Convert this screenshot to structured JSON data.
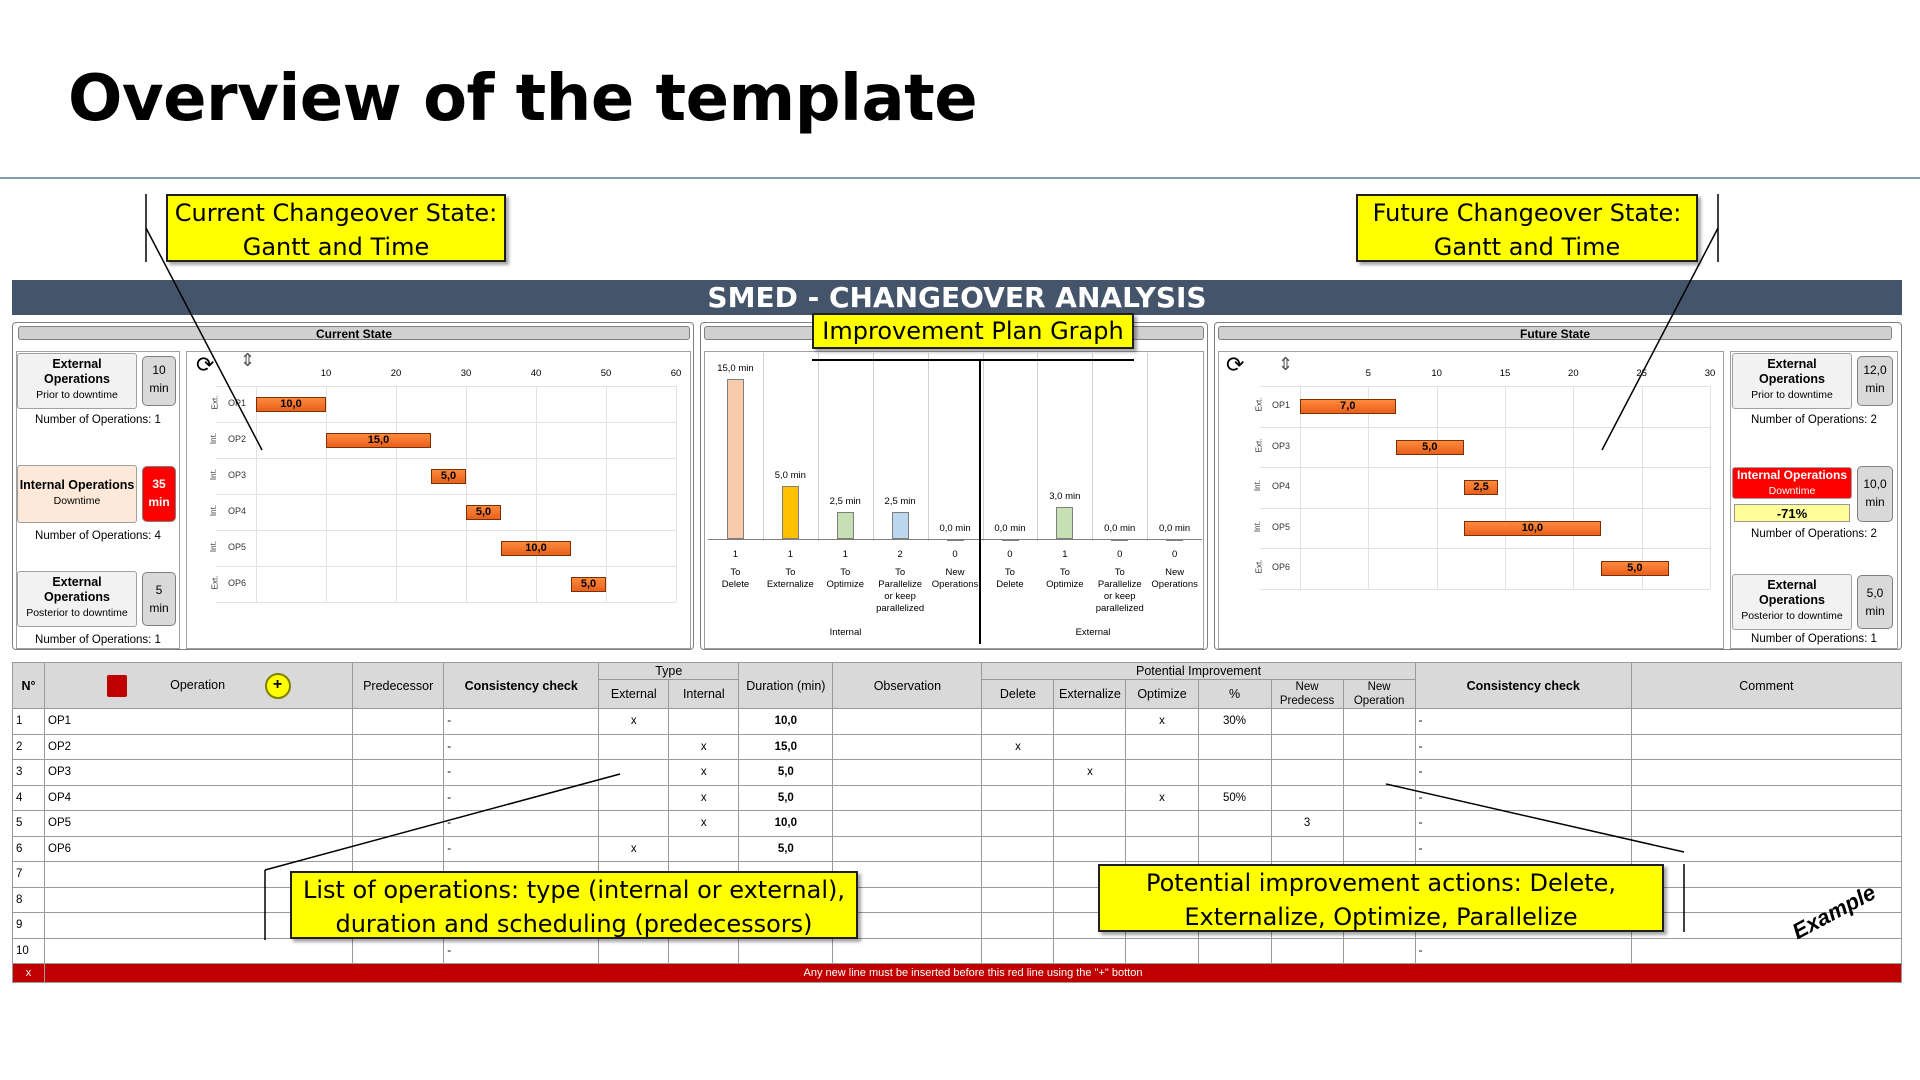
{
  "slide": {
    "title": "Overview of the template"
  },
  "callouts": {
    "current": [
      "Current Changeover State:",
      "Gantt and Time"
    ],
    "future": [
      "Future Changeover State:",
      "Gantt and Time"
    ],
    "improvement": "Improvement Plan Graph",
    "list": [
      "List of operations: type (internal or external),",
      "duration and scheduling (predecessors)"
    ],
    "actions": [
      "Potential improvement actions: Delete,",
      "Externalize, Optimize, Parallelize"
    ]
  },
  "banner": "SMED - CHANGEOVER ANALYSIS",
  "current_state": {
    "header": "Current State",
    "kpis": [
      {
        "title": "External Operations",
        "sub": "Prior to downtime",
        "value": "10",
        "unit": "min",
        "count": "Number of Operations: 1",
        "color": "#d9d9d9"
      },
      {
        "title": "Internal Operations",
        "sub": "Downtime",
        "value": "35",
        "unit": "min",
        "count": "Number of Operations: 4",
        "color": "#ff0000"
      },
      {
        "title": "External Operations",
        "sub": "Posterior to downtime",
        "value": "5",
        "unit": "min",
        "count": "Number of Operations: 1",
        "color": "#d9d9d9"
      }
    ],
    "axis_ticks": [
      "10",
      "20",
      "30",
      "40",
      "50",
      "60"
    ],
    "axis_max": 60,
    "tasks": [
      {
        "type": "Ext.",
        "op": "OP1",
        "start": 0,
        "duration": 10,
        "label": "10,0"
      },
      {
        "type": "Int.",
        "op": "OP2",
        "start": 10,
        "duration": 15,
        "label": "15,0"
      },
      {
        "type": "Int.",
        "op": "OP3",
        "start": 25,
        "duration": 5,
        "label": "5,0"
      },
      {
        "type": "Int.",
        "op": "OP4",
        "start": 30,
        "duration": 5,
        "label": "5,0"
      },
      {
        "type": "Int.",
        "op": "OP5",
        "start": 35,
        "duration": 10,
        "label": "10,0"
      },
      {
        "type": "Ext.",
        "op": "OP6",
        "start": 45,
        "duration": 5,
        "label": "5,0"
      }
    ]
  },
  "improvement_plan": {
    "max": 15,
    "internal_label": "Internal",
    "external_label": "External",
    "columns": [
      {
        "value": 15,
        "label": "15,0 min",
        "count": "1",
        "action": [
          "To",
          "Delete"
        ],
        "color": "#f8cbad",
        "group": "internal"
      },
      {
        "value": 5,
        "label": "5,0 min",
        "count": "1",
        "action": [
          "To",
          "Externalize"
        ],
        "color": "#ffc000",
        "group": "internal"
      },
      {
        "value": 2.5,
        "label": "2,5 min",
        "count": "1",
        "action": [
          "To",
          "Optimize"
        ],
        "color": "#c6e0b4",
        "group": "internal"
      },
      {
        "value": 2.5,
        "label": "2,5 min",
        "count": "2",
        "action": [
          "To",
          "Parallelize",
          "or keep",
          "parallelized"
        ],
        "color": "#bdd7ee",
        "group": "internal"
      },
      {
        "value": 0,
        "label": "0,0 min",
        "count": "0",
        "action": [
          "New",
          "Operations"
        ],
        "color": "#d9d9d9",
        "group": "internal"
      },
      {
        "value": 0,
        "label": "0,0 min",
        "count": "0",
        "action": [
          "To",
          "Delete"
        ],
        "color": "#f8cbad",
        "group": "external"
      },
      {
        "value": 3,
        "label": "3,0 min",
        "count": "1",
        "action": [
          "To",
          "Optimize"
        ],
        "color": "#c6e0b4",
        "group": "external"
      },
      {
        "value": 0,
        "label": "0,0 min",
        "count": "0",
        "action": [
          "To",
          "Parallelize",
          "or keep",
          "parallelized"
        ],
        "color": "#bdd7ee",
        "group": "external"
      },
      {
        "value": 0,
        "label": "0,0 min",
        "count": "0",
        "action": [
          "New",
          "Operations"
        ],
        "color": "#d9d9d9",
        "group": "external"
      }
    ]
  },
  "future_state": {
    "header": "Future State",
    "kpis": [
      {
        "title": "External Operations",
        "sub": "Prior to downtime",
        "value": "12,0",
        "unit": "min",
        "count": "Number of Operations: 2",
        "color": "#d9d9d9"
      },
      {
        "title": "Internal Operations",
        "sub": "Downtime",
        "value": "10,0",
        "unit": "min",
        "count": "Number of Operations: 2",
        "color": "#d9d9d9",
        "reduction": "-71%"
      },
      {
        "title": "External Operations",
        "sub": "Posterior to downtime",
        "value": "5,0",
        "unit": "min",
        "count": "Number of Operations: 1",
        "color": "#d9d9d9"
      }
    ],
    "axis_ticks": [
      "5",
      "10",
      "15",
      "20",
      "25",
      "30"
    ],
    "axis_max": 30,
    "tasks": [
      {
        "type": "Ext.",
        "op": "OP1",
        "start": 0,
        "duration": 7,
        "label": "7,0"
      },
      {
        "type": "Ext.",
        "op": "OP3",
        "start": 7,
        "duration": 5,
        "label": "5,0"
      },
      {
        "type": "Int.",
        "op": "OP4",
        "start": 12,
        "duration": 2.5,
        "label": "2,5"
      },
      {
        "type": "Int.",
        "op": "OP5",
        "start": 12,
        "duration": 10,
        "label": "10,0"
      },
      {
        "type": "Ext.",
        "op": "OP6",
        "start": 22,
        "duration": 5,
        "label": "5,0"
      }
    ]
  },
  "table": {
    "headers": {
      "no": "N°",
      "operation": "Operation",
      "predecessor": "Predecessor",
      "consistency": "Consistency check",
      "type": "Type",
      "external": "External",
      "internal": "Internal",
      "duration": "Duration (min)",
      "observation": "Observation",
      "potential": "Potential Improvement",
      "delete": "Delete",
      "externalize": "Externalize",
      "optimize": "Optimize",
      "pct": "%",
      "new_pred": "New Predecess",
      "new_op": "New Operation",
      "consistency2": "Consistency check",
      "comment": "Comment"
    },
    "rows": [
      {
        "n": "1",
        "op": "OP1",
        "pred": "",
        "cc": "-",
        "ext": "x",
        "int": "",
        "dur": "10,0",
        "obs": "",
        "del": "",
        "extz": "",
        "opt": "x",
        "pct": "30%",
        "np": "",
        "no": "",
        "cc2": "-",
        "com": ""
      },
      {
        "n": "2",
        "op": "OP2",
        "pred": "",
        "cc": "-",
        "ext": "",
        "int": "x",
        "dur": "15,0",
        "obs": "",
        "del": "x",
        "extz": "",
        "opt": "",
        "pct": "",
        "np": "",
        "no": "",
        "cc2": "-",
        "com": ""
      },
      {
        "n": "3",
        "op": "OP3",
        "pred": "",
        "cc": "-",
        "ext": "",
        "int": "x",
        "dur": "5,0",
        "obs": "",
        "del": "",
        "extz": "x",
        "opt": "",
        "pct": "",
        "np": "",
        "no": "",
        "cc2": "-",
        "com": ""
      },
      {
        "n": "4",
        "op": "OP4",
        "pred": "",
        "cc": "-",
        "ext": "",
        "int": "x",
        "dur": "5,0",
        "obs": "",
        "del": "",
        "extz": "",
        "opt": "x",
        "pct": "50%",
        "np": "",
        "no": "",
        "cc2": "-",
        "com": ""
      },
      {
        "n": "5",
        "op": "OP5",
        "pred": "",
        "cc": "-",
        "ext": "",
        "int": "x",
        "dur": "10,0",
        "obs": "",
        "del": "",
        "extz": "",
        "opt": "",
        "pct": "",
        "np": "3",
        "no": "",
        "cc2": "-",
        "com": ""
      },
      {
        "n": "6",
        "op": "OP6",
        "pred": "",
        "cc": "-",
        "ext": "x",
        "int": "",
        "dur": "5,0",
        "obs": "",
        "del": "",
        "extz": "",
        "opt": "",
        "pct": "",
        "np": "",
        "no": "",
        "cc2": "-",
        "com": ""
      },
      {
        "n": "7",
        "op": "",
        "pred": "",
        "cc": "",
        "ext": "",
        "int": "",
        "dur": "",
        "obs": "",
        "del": "",
        "extz": "",
        "opt": "",
        "pct": "",
        "np": "",
        "no": "",
        "cc2": "",
        "com": ""
      },
      {
        "n": "8",
        "op": "",
        "pred": "",
        "cc": "",
        "ext": "",
        "int": "",
        "dur": "",
        "obs": "",
        "del": "",
        "extz": "",
        "opt": "",
        "pct": "",
        "np": "",
        "no": "",
        "cc2": "",
        "com": ""
      },
      {
        "n": "9",
        "op": "",
        "pred": "",
        "cc": "",
        "ext": "",
        "int": "",
        "dur": "",
        "obs": "",
        "del": "",
        "extz": "",
        "opt": "",
        "pct": "",
        "np": "",
        "no": "",
        "cc2": "-",
        "com": ""
      },
      {
        "n": "10",
        "op": "",
        "pred": "",
        "cc": "-",
        "ext": "",
        "int": "",
        "dur": "",
        "obs": "",
        "del": "",
        "extz": "",
        "opt": "",
        "pct": "",
        "np": "",
        "no": "",
        "cc2": "-",
        "com": ""
      }
    ],
    "red_row": {
      "n": "x",
      "text": "Any new line must be inserted before this red line using the \"+\" botton"
    }
  },
  "watermark": "Example",
  "icons": {
    "trash": "trash-icon",
    "add": "add-icon",
    "refresh": "refresh-icon",
    "sort": "sort-icon"
  },
  "colors": {
    "banner": "#44546a",
    "callout": "#ffff00",
    "gantt_bar": "#f07a30",
    "danger": "#ff0000",
    "red_line": "#c00000"
  }
}
